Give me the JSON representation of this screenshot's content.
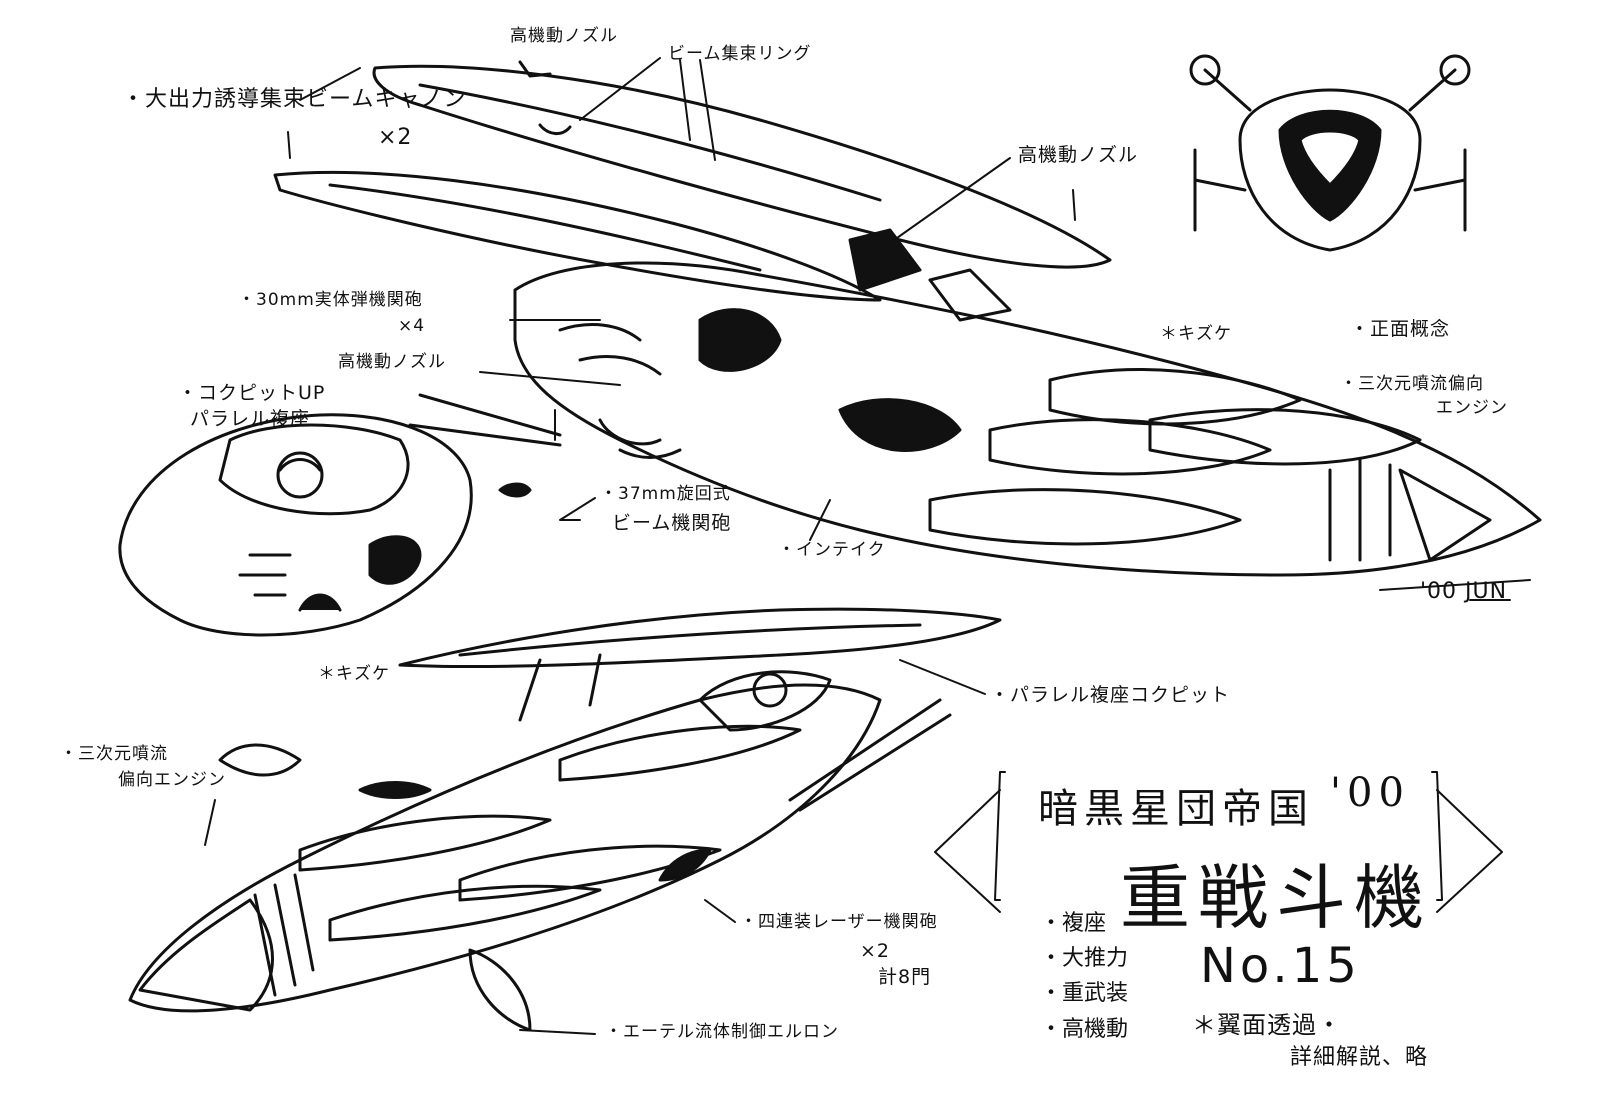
{
  "annotations": {
    "beam_cannon": "・大出力誘導集束ビームキャノン",
    "beam_cannon_count": "×2",
    "high_maneuver_top": "高機動ノズル",
    "beam_ring": "ビーム集束リング",
    "high_maneuver_right": "高機動ノズル",
    "cannon_30mm": "・30mm実体弾機関砲",
    "cannon_30mm_count": "×4",
    "high_maneuver_mid": "高機動ノズル",
    "cockpit_up_1": "・コクピットUP",
    "cockpit_up_2": "パラレル複座",
    "cannon_37mm_1": "・37mm旋回式",
    "cannon_37mm_2": "ビーム機関砲",
    "intake": "・インテイク",
    "star_mark_1": "＊キズケ",
    "star_mark_2": "＊キズケ",
    "engine_right_1": "・三次元噴流偏向",
    "engine_right_2": "エンジン",
    "front_view": "・正面概念",
    "signature": "'00 JUN",
    "parallel_cockpit": "・パラレル複座コクピット",
    "engine_left_1": "・三次元噴流",
    "engine_left_2": "偏向エンジン",
    "laser_1": "・四連装レーザー機関砲",
    "laser_2": "×2",
    "laser_3": "計8門",
    "ether_control": "・エーテル流体制御エルロン"
  },
  "title": {
    "line1": "暗黒星団帝国",
    "year": "'00",
    "line2": "重戦斗機",
    "number": "No.15"
  },
  "features": [
    "・複座",
    "・大推力",
    "・重武装",
    "・高機動"
  ],
  "footnote": {
    "line1": "＊翼面透過・",
    "line2": "詳細解説、略"
  }
}
